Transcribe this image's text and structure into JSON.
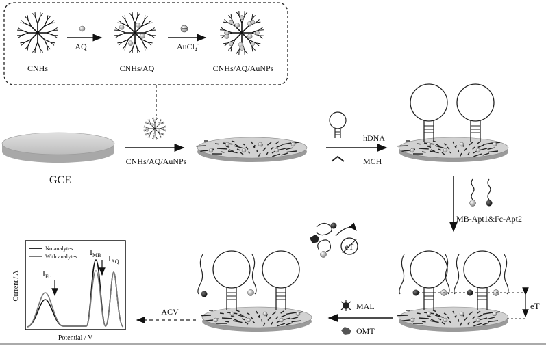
{
  "inset": {
    "cnhs_label": "CNHs",
    "cnhs_aq_label": "CNHs/AQ",
    "cnhs_aq_aunps_label": "CNHs/AQ/AuNPs",
    "arrow1_label": "AQ",
    "arrow2_label": "AuCl",
    "arrow2_sub": "4",
    "arrow2_sup": "-"
  },
  "step1": {
    "electrode_label": "GCE",
    "arrow_label": "CNHs/AQ/AuNPs"
  },
  "step2": {
    "hdna_label": "hDNA",
    "mch_label": "MCH"
  },
  "step3": {
    "arrow_label": "MB-Apt1&Fc-Apt2"
  },
  "step4": {
    "mal_label": "MAL",
    "omt_label": "OMT",
    "et_label": "eT",
    "et_circle_label": "eT"
  },
  "readout": {
    "acv_label": "ACV",
    "plot": {
      "legend_no": "No analytes",
      "legend_with": "With analytes",
      "ifc_main": "I",
      "ifc_sub": "Fc",
      "imb_main": "I",
      "imb_sub": "MB",
      "iaq_main": "I",
      "iaq_sub": "AQ",
      "xlabel": "Potential / V",
      "ylabel": "Current / A"
    }
  }
}
